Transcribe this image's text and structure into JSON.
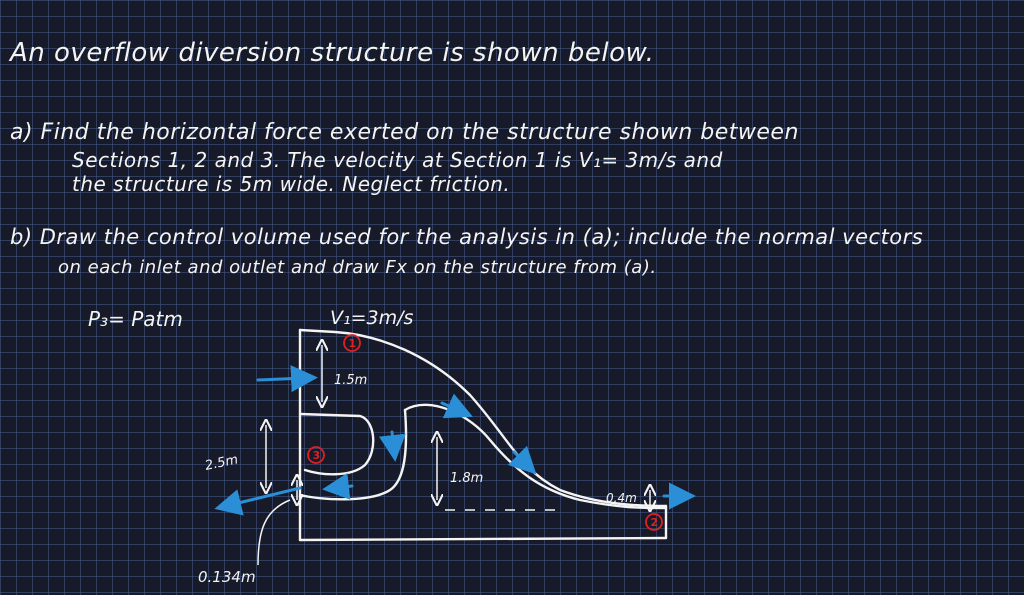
{
  "title": "An overflow diversion structure is shown below.",
  "part_a": {
    "line1": "a) Find the horizontal force exerted on the structure shown between",
    "line2": "Sections  1, 2 and 3.  The velocity  at  Section 1  is   V₁= 3m/s and",
    "line3": "the structure is  5m  wide. Neglect friction."
  },
  "part_b": {
    "line1": "b) Draw the control volume used for the analysis in (a); include the normal vectors",
    "line2": "on each inlet and outlet  and draw  Fx  on  the structure  from  (a)."
  },
  "sketch": {
    "p3_label": "P₃= Patm",
    "v1_label": "V₁=3m/s",
    "depth1_label": "1.5m",
    "height_label": "2.5m",
    "depth_mid_label": "1.8m",
    "depth2_label": "0.4m",
    "opening_label": "0.134m",
    "section_1": "1",
    "section_2": "2",
    "section_3": "3"
  },
  "colors": {
    "background": "#171a28",
    "grid": "#465a8c",
    "ink": "#f4f4f4",
    "flow_arrow": "#2a8fd6",
    "section_marker": "#e02020"
  }
}
